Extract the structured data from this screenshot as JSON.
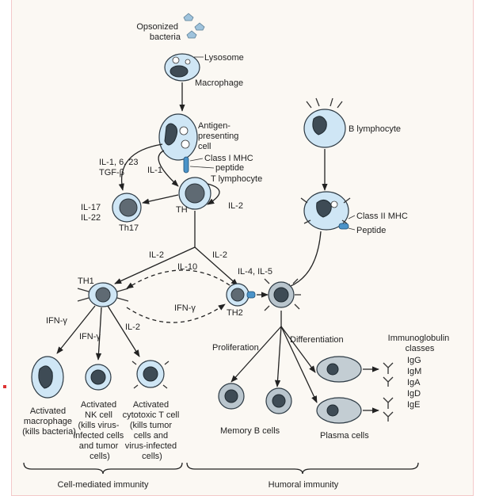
{
  "labels": {
    "opsonized_bacteria": [
      "Opsonized",
      "bacteria"
    ],
    "lysosome": "Lysosome",
    "macrophage": "Macrophage",
    "apc": [
      "Antigen-",
      "presenting",
      "cell"
    ],
    "class1_mhc": "Class I MHC",
    "peptide_top": "peptide",
    "t_lymphocyte": "T lymphocyte",
    "il1_6_23": "IL-1, 6, 23",
    "tgf_beta": "TGF-β",
    "il1": "IL-1",
    "th": "TH",
    "il2_loop": "IL-2",
    "il17": "IL-17",
    "il22": "IL-22",
    "th17": "Th17",
    "b_lymphocyte": "B lymphocyte",
    "class2_mhc": "Class II MHC",
    "peptide_b": "Peptide",
    "il2_left": "IL-2",
    "il2_right": "IL-2",
    "il10": "IL-10",
    "th1": "TH1",
    "th2": "TH2",
    "il4_il5": "IL-4, IL-5",
    "ifn_gamma_mid": "IFN-γ",
    "ifn_gamma_a": "IFN-γ",
    "ifn_gamma_b": "IFN-γ",
    "il2_bottom": "IL-2",
    "proliferation": "Proliferation",
    "differentiation": "Differentiation",
    "immunoglobulin": [
      "Immunoglobulin",
      "classes"
    ],
    "ig_classes": [
      "IgG",
      "IgM",
      "IgA",
      "IgD",
      "IgE"
    ],
    "activated_macrophage": [
      "Activated",
      "macrophage",
      "(kills bacteria)"
    ],
    "activated_nk": [
      "Activated",
      "NK cell",
      "(kills virus-",
      "infected cells",
      "and tumor",
      "cells)"
    ],
    "activated_ctl": [
      "Activated",
      "cytotoxic T cell",
      "(kills tumor",
      "cells and",
      "virus-infected",
      "cells)"
    ],
    "memory_b": "Memory B cells",
    "plasma_cells": "Plasma cells",
    "cell_mediated": "Cell-mediated immunity",
    "humoral": "Humoral immunity"
  }
}
